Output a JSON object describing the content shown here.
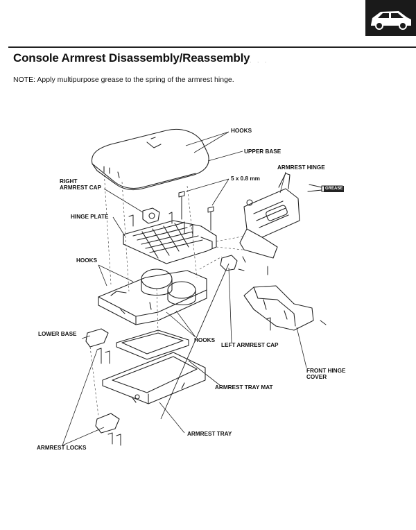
{
  "header": {
    "title": "Console Armrest Disassembly/Reassembly",
    "note": "NOTE: Apply multipurpose grease to the spring of the armrest hinge.",
    "icon": "car-icon"
  },
  "labels": {
    "hooks_top": "HOOKS",
    "upper_base": "UPPER BASE",
    "armrest_hinge": "ARMREST HINGE",
    "screw_size": "5 x 0.8 mm",
    "right_cap_1": "RIGHT",
    "right_cap_2": "ARMREST CAP",
    "grease": "GREASE",
    "hinge_plate": "HINGE PLATE",
    "hooks_left": "HOOKS",
    "lower_base": "LOWER BASE",
    "hooks_mid": "HOOKS",
    "left_cap": "LEFT ARMREST CAP",
    "front_hinge_1": "FRONT HINGE",
    "front_hinge_2": "COVER",
    "tray_mat": "ARMREST TRAY MAT",
    "tray": "ARMREST TRAY",
    "locks": "ARMREST LOCKS"
  }
}
